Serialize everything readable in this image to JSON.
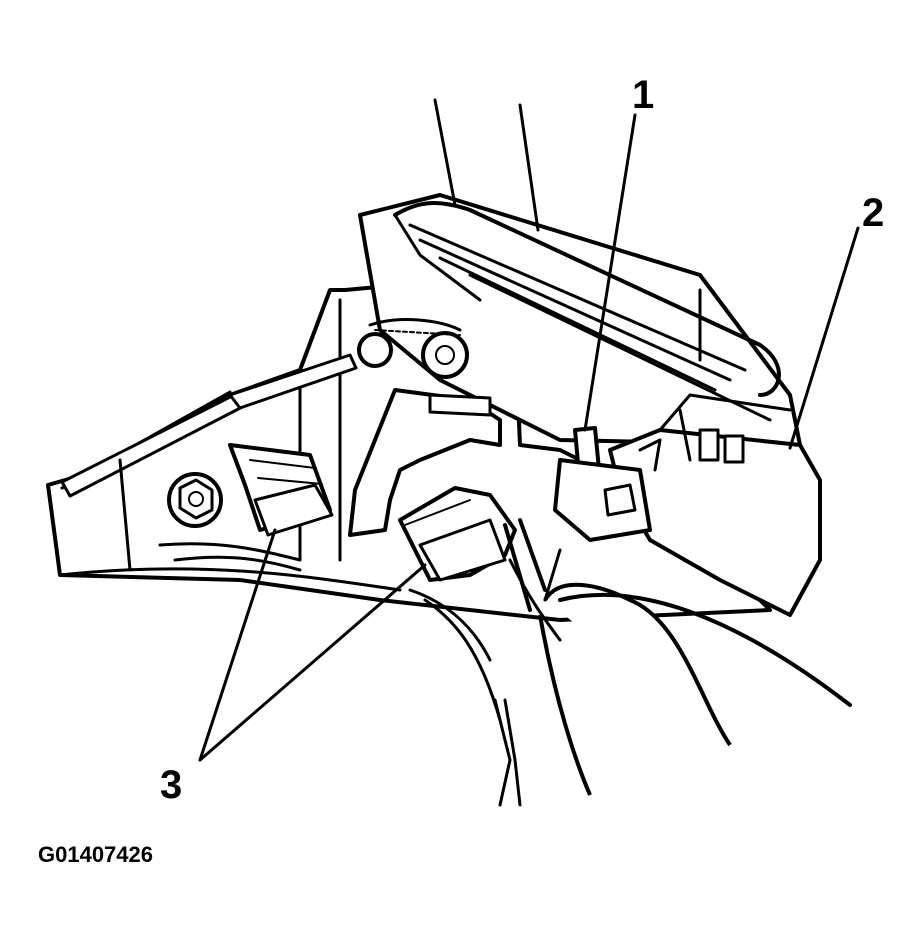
{
  "callouts": {
    "label_1": "1",
    "label_2": "2",
    "label_3": "3"
  },
  "figure_id": "G01407426",
  "style": {
    "line_color": "#000000",
    "background_color": "#ffffff"
  }
}
